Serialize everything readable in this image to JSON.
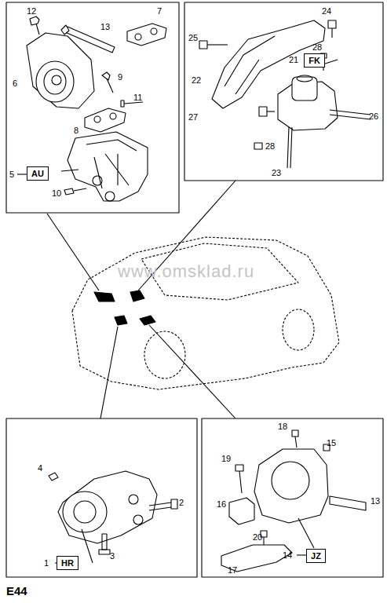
{
  "diagram": {
    "nodes": [
      {
        "text": [
          "AU"
        ]
      },
      {
        "text": [
          "FK"
        ]
      },
      {
        "text": [
          "HR"
        ]
      },
      {
        "text": [
          "JZ"
        ]
      }
    ],
    "labels": [
      "12",
      "13",
      "7",
      "6",
      "9",
      "8",
      "11",
      "5",
      "10",
      "24",
      "25",
      "28",
      "22",
      "21",
      "27",
      "28",
      "26",
      "23",
      "4",
      "2",
      "3",
      "1",
      "18",
      "15",
      "19",
      "16",
      "13",
      "20",
      "14",
      "17",
      "www.omsklad.ru",
      "E44"
    ]
  }
}
